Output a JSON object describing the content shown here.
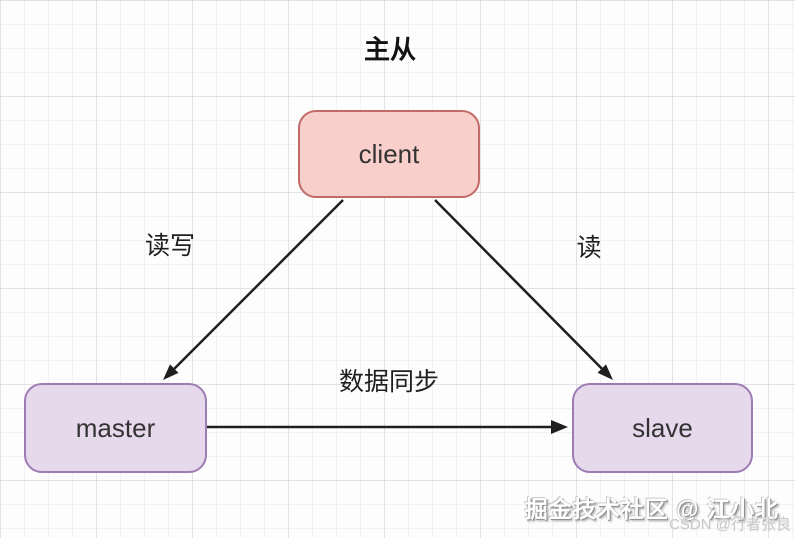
{
  "title": "主从",
  "nodes": {
    "client": {
      "label": "client",
      "fill": "#f8cfcb",
      "border": "#c16a68"
    },
    "master": {
      "label": "master",
      "fill": "#e6d9ec",
      "border": "#9d7cb4"
    },
    "slave": {
      "label": "slave",
      "fill": "#e6d9ec",
      "border": "#9d7cb4"
    }
  },
  "edges": {
    "client_master": {
      "label": "读写"
    },
    "client_slave": {
      "label": "读"
    },
    "master_slave": {
      "label": "数据同步"
    }
  },
  "watermark": {
    "primary": "掘金技术社区 @ 江小北",
    "secondary": "CSDN @行者张良"
  },
  "colors": {
    "arrow": "#1f1f1f",
    "node_text": "#333333",
    "background": "#fdfdfd"
  }
}
